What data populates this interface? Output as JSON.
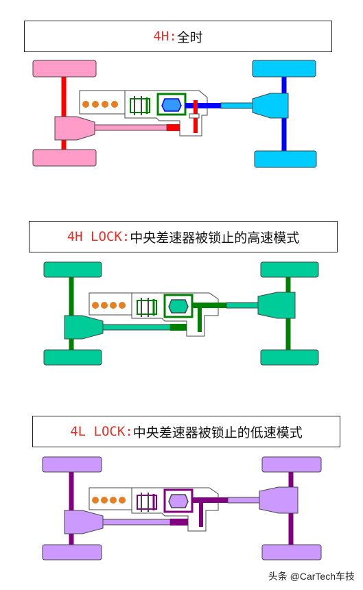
{
  "panels": [
    {
      "mode": "4H:",
      "description": "全时",
      "mode_color": "#e8302a",
      "front_color": "#ff9cc8",
      "rear_color": "#00ccff",
      "front_shaft_color": "#ff0000",
      "rear_shaft_color": "#0000ff",
      "center_color": "#008000",
      "diff_color": "#3399ff"
    },
    {
      "mode": "4H LOCK:",
      "description": " 中央差速器被锁止的高速模式",
      "mode_color": "#e8302a",
      "front_color": "#00cc99",
      "rear_color": "#00cc99",
      "front_shaft_color": "#008000",
      "rear_shaft_color": "#008000",
      "center_color": "#008000",
      "diff_color": "#00cc99"
    },
    {
      "mode": "4L LOCK:",
      "description": "中央差速器被锁止的低速模式",
      "mode_color": "#e8302a",
      "front_color": "#cc99ff",
      "rear_color": "#cc99ff",
      "front_shaft_color": "#800080",
      "rear_shaft_color": "#800080",
      "center_color": "#800080",
      "diff_color": "#cc99ff"
    }
  ],
  "watermark": "头条 @CarTech车技"
}
